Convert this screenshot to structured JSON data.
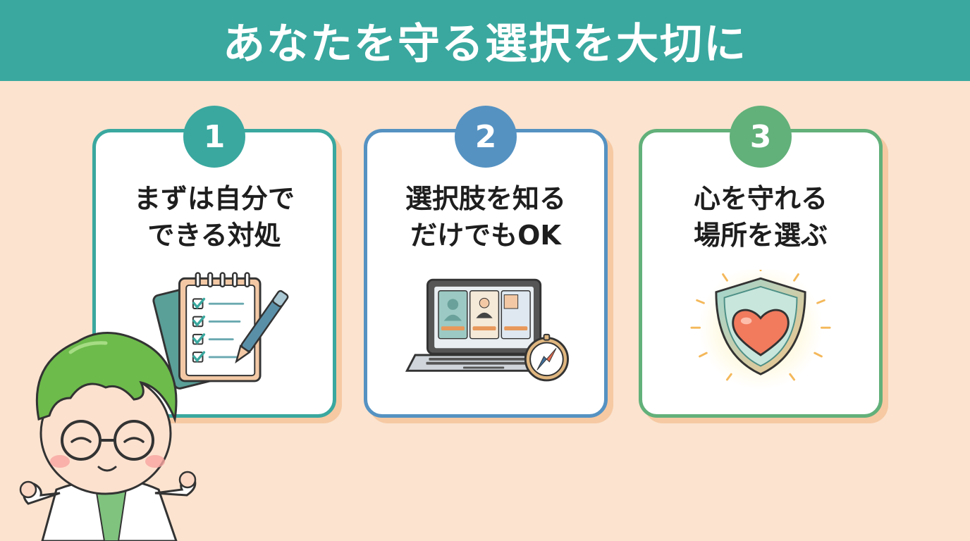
{
  "header": {
    "title": "あなたを守る選択を大切に"
  },
  "cards": [
    {
      "number": "1",
      "title_line1": "まずは自分で",
      "title_line2": "できる対処",
      "icon": "checklist-notepad-icon"
    },
    {
      "number": "2",
      "title_line1": "選択肢を知る",
      "title_line2": "だけでもOK",
      "icon": "laptop-compass-icon"
    },
    {
      "number": "3",
      "title_line1": "心を守れる",
      "title_line2": "場所を選ぶ",
      "icon": "heart-shield-icon"
    }
  ],
  "mascot": {
    "icon": "doctor-mascot-icon"
  },
  "colors": {
    "header": "#3aa89f",
    "background": "#fbe3cf",
    "card1": "#3aa89f",
    "card2": "#5592c2",
    "card3": "#62b07a"
  }
}
